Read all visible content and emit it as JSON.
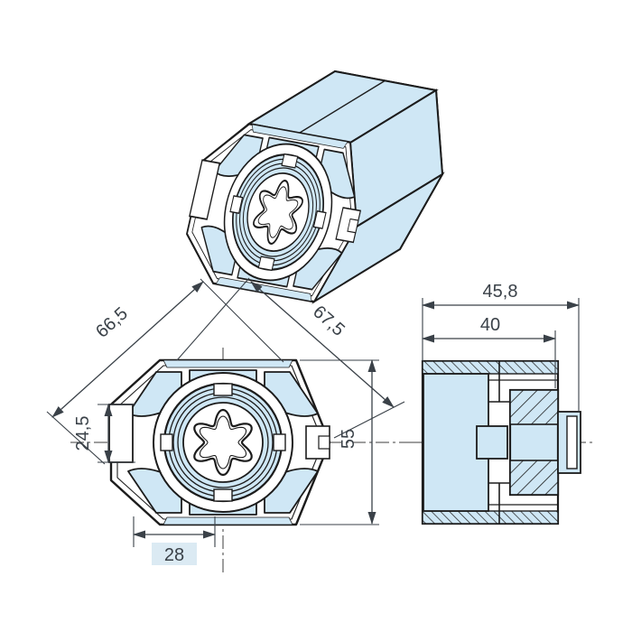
{
  "drawing": {
    "front_view": {
      "dim_diag_left": "66,5",
      "dim_diag_right": "67,5",
      "dim_slot_height": "24,5",
      "dim_height": "55",
      "dim_bottom_width": "28"
    },
    "side_view": {
      "dim_overall_depth": "45,8",
      "dim_body_depth": "40"
    },
    "colors": {
      "material_fill": "#cfe7f5",
      "outline": "#1c1c1c",
      "dimension": "#3a4148",
      "label_highlight": "#dbeaf3"
    }
  }
}
